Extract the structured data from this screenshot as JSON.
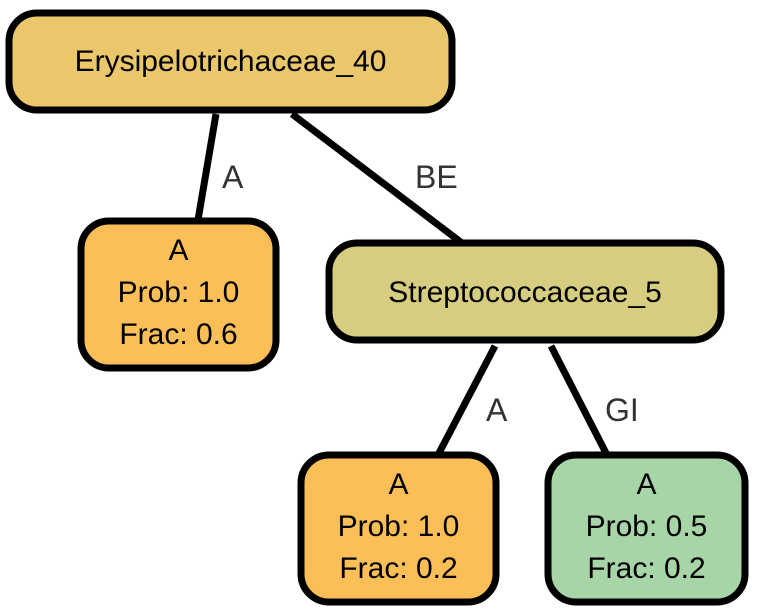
{
  "colors": {
    "root_node": "#EBC76B",
    "internal_node": "#D6CD80",
    "leaf_orange": "#FCBF57",
    "leaf_green": "#A8D5A8",
    "edge": "#000000",
    "edge_label": "#333333"
  },
  "nodes": {
    "root": {
      "label": "Erysipelotrichaceae_40"
    },
    "internal": {
      "label": "Streptococcaceae_5"
    },
    "leaf_1": {
      "label": "A",
      "prob": "Prob: 1.0",
      "frac": "Frac: 0.6"
    },
    "leaf_2": {
      "label": "A",
      "prob": "Prob: 1.0",
      "frac": "Frac: 0.2"
    },
    "leaf_3": {
      "label": "A",
      "prob": "Prob: 0.5",
      "frac": "Frac: 0.2"
    }
  },
  "edges": {
    "root_to_leaf_1": {
      "label": "A"
    },
    "root_to_internal": {
      "label": "BE"
    },
    "internal_to_leaf_2": {
      "label": "A"
    },
    "internal_to_leaf_3": {
      "label": "GI"
    }
  }
}
